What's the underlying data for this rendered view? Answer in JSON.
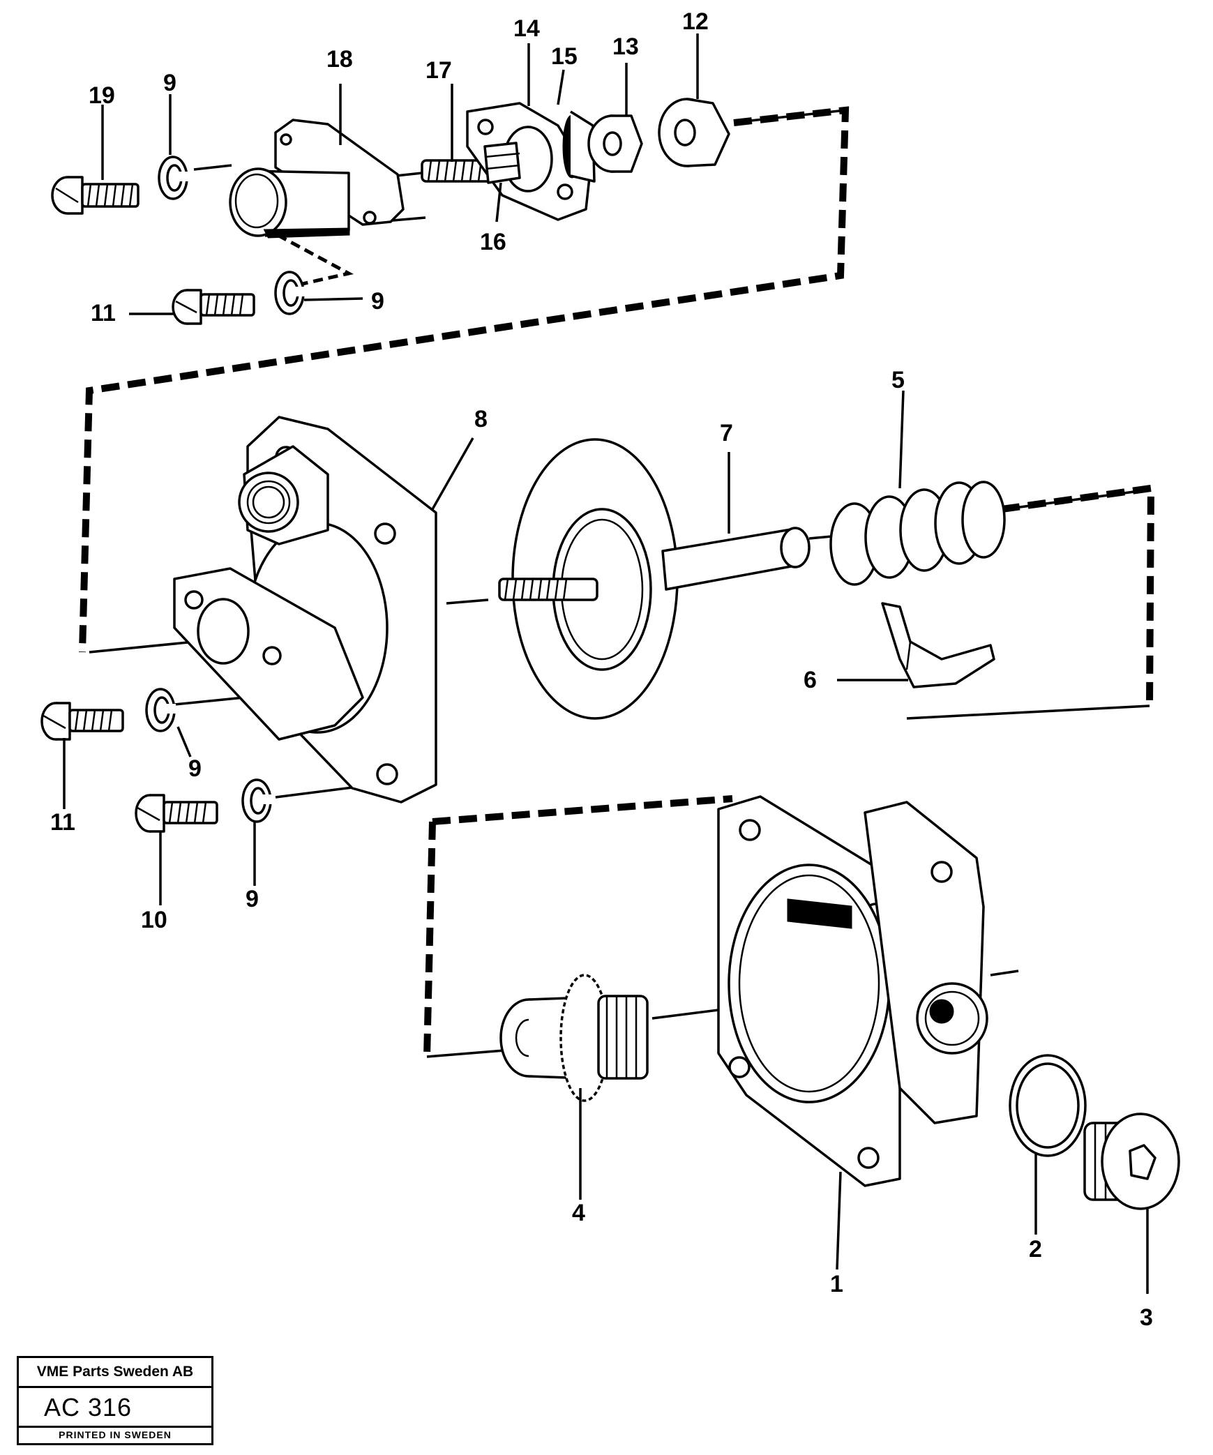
{
  "title_block": {
    "company": "VME Parts Sweden AB",
    "code": "AC 316",
    "printed": "PRINTED IN SWEDEN"
  },
  "callouts": {
    "c1": "1",
    "c2": "2",
    "c3": "3",
    "c4": "4",
    "c5": "5",
    "c6": "6",
    "c7": "7",
    "c8": "8",
    "c9a": "9",
    "c9b": "9",
    "c9c": "9",
    "c9d": "9",
    "c10": "10",
    "c11a": "11",
    "c11b": "11",
    "c12": "12",
    "c13": "13",
    "c14": "14",
    "c15": "15",
    "c16": "16",
    "c17": "17",
    "c18": "18",
    "c19": "19"
  }
}
